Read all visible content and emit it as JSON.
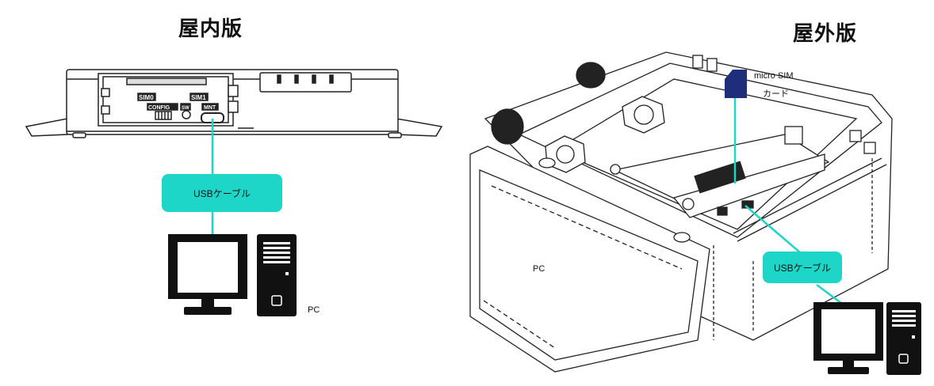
{
  "indoor": {
    "title": "屋内版",
    "device_labels": [
      "SIM0",
      "SIM1",
      "CONFIG",
      "SW",
      "MNT"
    ],
    "cable_label": "USBケーブル",
    "pc_label": "PC"
  },
  "outdoor": {
    "title": "屋外版",
    "sim_label_line1": "micro SIM",
    "sim_label_line2": "カード",
    "cable_label": "USBケーブル",
    "pc_label": "PC"
  },
  "colors": {
    "accent": "#1ed6c8",
    "sim_card": "#1f2e7a",
    "line": "#222222"
  }
}
